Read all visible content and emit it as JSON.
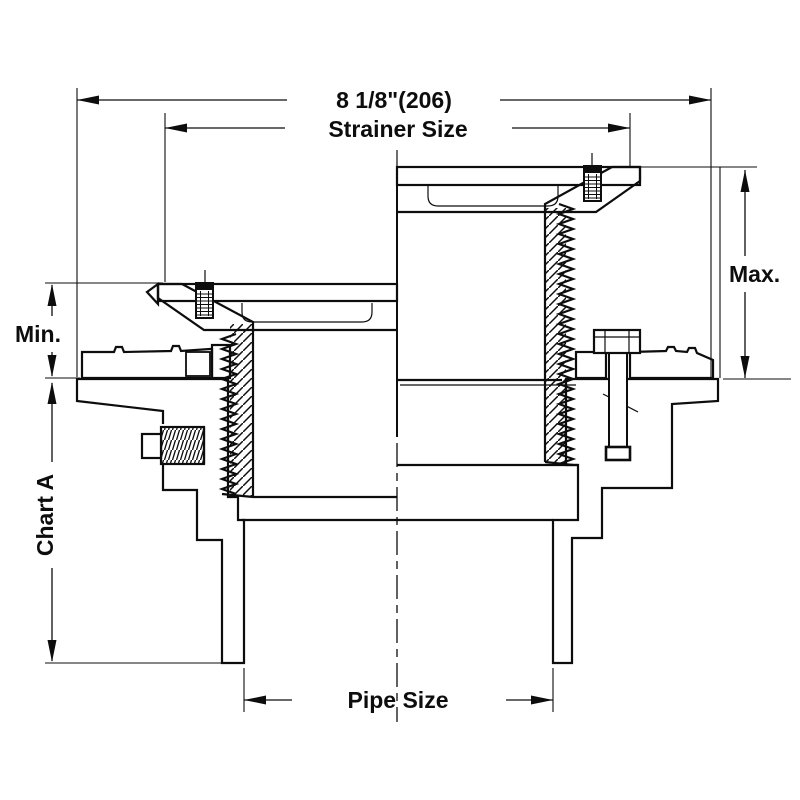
{
  "diagram": {
    "type": "technical-drawing",
    "subject": "adjustable floor drain cross-section, min and max strainer positions",
    "colors": {
      "line": "#0d0d0d",
      "background": "#ffffff"
    },
    "labels": {
      "overall_width": "8 1/8\"(206)",
      "strainer_size": "Strainer Size",
      "max": "Max.",
      "min": "Min.",
      "chart_a": "Chart A",
      "pipe_size": "Pipe Size"
    }
  }
}
